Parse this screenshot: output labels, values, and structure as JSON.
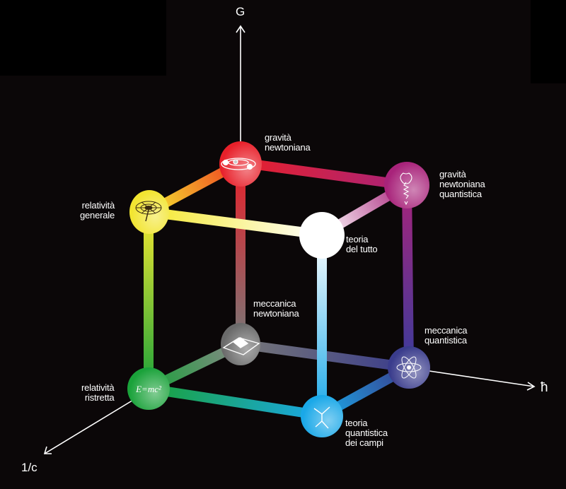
{
  "axes": {
    "gravity": "G",
    "planck": "ħ",
    "inverse_c": "1/c"
  },
  "nodes": [
    {
      "id": "gn",
      "label": "gravità\nnewtoniana",
      "color": "#e8202a",
      "icon": "orbit-icon"
    },
    {
      "id": "gnq",
      "label": "gravità\nnewtoniana\nquantistica",
      "color": "#a8237a",
      "icon": "apple-wave-icon"
    },
    {
      "id": "rg",
      "label": "relatività\ngenerale",
      "color": "#f2e530",
      "icon": "spacetime-funnel-icon"
    },
    {
      "id": "tt",
      "label": "teoria\ndel tutto",
      "color": "#ffffff",
      "icon": ""
    },
    {
      "id": "mn",
      "label": "meccanica\nnewtoniana",
      "color": "#8a8a8a",
      "icon": "inclined-plane-icon"
    },
    {
      "id": "mq",
      "label": "meccanica\nquantistica",
      "color": "#3a3c8c",
      "icon": "atom-icon"
    },
    {
      "id": "rr",
      "label": "relatività\nristretta",
      "color": "#1aa23a",
      "icon": "emc2-icon",
      "icon_text": "E=mc²"
    },
    {
      "id": "tqc",
      "label": "teoria\nquantistica\ndei campi",
      "color": "#1aa8e8",
      "icon": "feynman-diagram-icon"
    }
  ]
}
